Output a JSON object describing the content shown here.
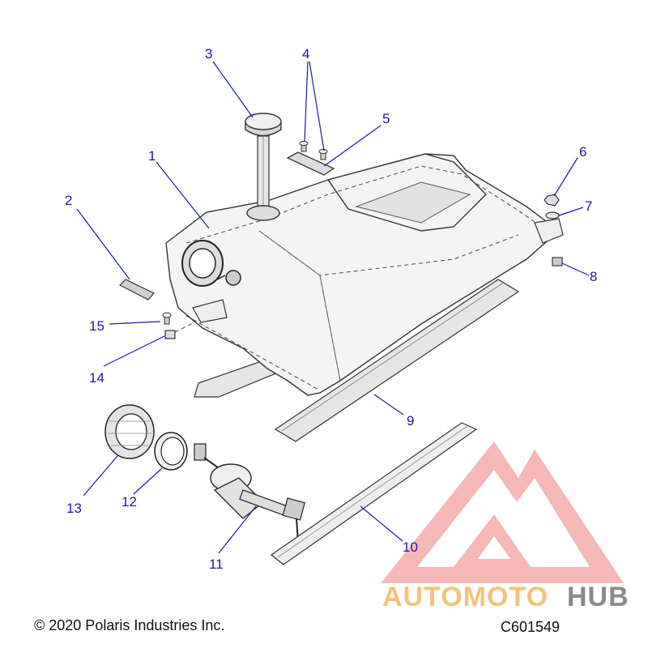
{
  "copyright": "© 2020 Polaris Industries Inc.",
  "drawing_code": "C601549",
  "watermark": {
    "text_part1": "AUTOMOTO",
    "text_part2": "HUB",
    "color_logo": "#f08080",
    "color_text1": "#f6c27a",
    "color_text2": "#8a8a8a"
  },
  "callouts": [
    "1",
    "2",
    "3",
    "4",
    "5",
    "6",
    "7",
    "8",
    "9",
    "10",
    "11",
    "12",
    "13",
    "14",
    "15"
  ]
}
